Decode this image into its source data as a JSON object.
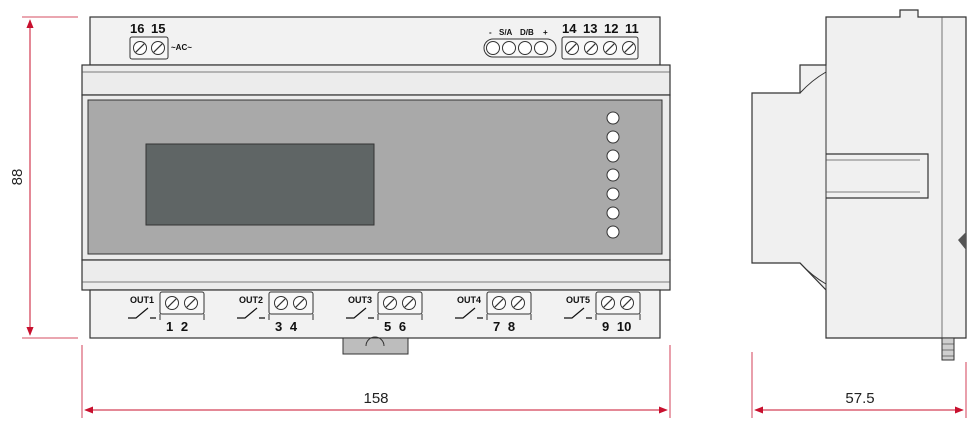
{
  "colors": {
    "dimension": "#c8102e",
    "panel": "#a9a9a9",
    "display": "#5f6565",
    "housing": "#f0f0f0",
    "outline": "#333333",
    "led": "#ffffff"
  },
  "dimensions": {
    "height": "88",
    "width": "158",
    "depth": "57.5"
  },
  "top_terminals": {
    "left": [
      "16",
      "15"
    ],
    "ac_label": "~AC~",
    "right": [
      "14",
      "13",
      "12",
      "11"
    ],
    "comm_labels": [
      "-",
      "S/A",
      "D/B",
      "+"
    ]
  },
  "leds": {
    "count": 7
  },
  "outputs": [
    {
      "label": "OUT1",
      "terminals": "1 2"
    },
    {
      "label": "OUT2",
      "terminals": "3 4"
    },
    {
      "label": "OUT3",
      "terminals": "5 6"
    },
    {
      "label": "OUT4",
      "terminals": "7 8"
    },
    {
      "label": "OUT5",
      "terminals": "9 10"
    }
  ]
}
